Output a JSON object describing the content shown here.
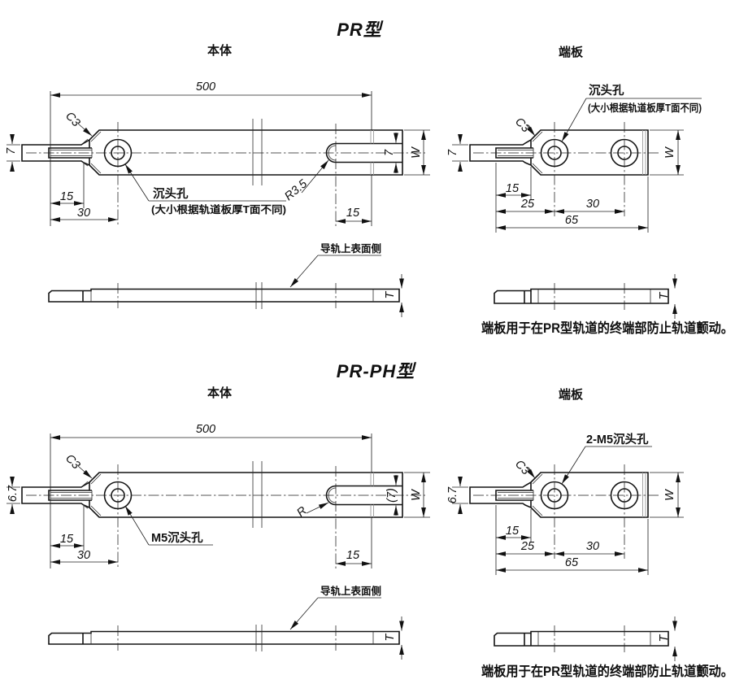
{
  "drawing": {
    "background": "#ffffff",
    "line_color": "#1a1a1a",
    "sections": [
      {
        "title": "PR型",
        "note": "端板用于在PR型轨道的终端部防止轨道颤动。",
        "body_view": {
          "label": "本体",
          "length": "500",
          "chamfer": "C3",
          "groove_width": "7",
          "offset_a": "15",
          "offset_b": "30",
          "hole_label": "沉头孔",
          "hole_note": "(大小根据轨道板厚T面不同)",
          "slot_radius": "R3.5",
          "slot_width": "7",
          "rail_width": "W",
          "end_offset": "15"
        },
        "plate_view": {
          "label": "端板",
          "chamfer": "C3",
          "hole_label": "沉头孔",
          "hole_note": "(大小根据轨道板厚T面不同)",
          "groove_width": "7",
          "offset_a": "15",
          "offset_b": "25",
          "hole_pitch": "30",
          "length": "65",
          "rail_width": "W"
        },
        "side_view": {
          "surface_label": "导轨上表面侧",
          "thickness": "T"
        },
        "plate_side_view": {
          "thickness": "T"
        }
      },
      {
        "title": "PR-PH型",
        "note": "端板用于在PR型轨道的终端部防止轨道颤动。",
        "body_view": {
          "label": "本体",
          "length": "500",
          "chamfer": "C3",
          "groove_width": "6.7",
          "offset_a": "15",
          "offset_b": "30",
          "hole_label": "M5沉头孔",
          "hole_note": "",
          "slot_radius": "R",
          "slot_width": "(7)",
          "rail_width": "W",
          "end_offset": "15"
        },
        "plate_view": {
          "label": "端板",
          "chamfer": "C3",
          "hole_label": "2-M5沉头孔",
          "hole_note": "",
          "groove_width": "6.7",
          "offset_a": "15",
          "offset_b": "25",
          "hole_pitch": "30",
          "length": "65",
          "rail_width": "W"
        },
        "side_view": {
          "surface_label": "导轨上表面侧",
          "thickness": "T"
        },
        "plate_side_view": {
          "thickness": "T"
        }
      }
    ]
  }
}
